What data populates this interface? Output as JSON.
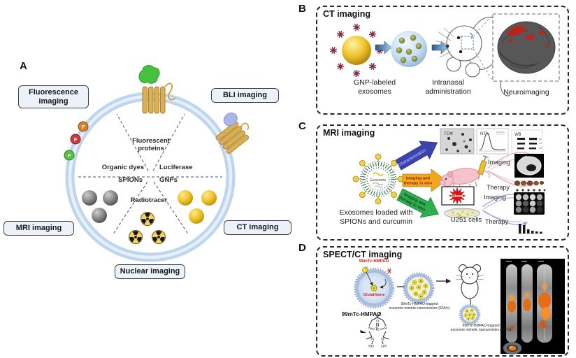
{
  "colors": {
    "membrane_blue": "#bdd6ee",
    "label_box_bg": "#edf2f9",
    "arrow_blue": "#3c43ae",
    "arrow_orange": "#f2a71f",
    "arrow_green": "#2fae4e",
    "gnp_gold": "#ecc22a",
    "spion_gray": "#8a8a8a",
    "radio_yellow": "#f2d35e",
    "tracer_red": "#d02020"
  },
  "panelA": {
    "letter": "A",
    "box_fluorescence": "Fluorescence imaging",
    "box_bli": "BLI imaging",
    "box_mri": "MRI imaging",
    "box_ct": "CT imaging",
    "box_nuclear": "Nuclear imaging",
    "lbl_fluorescent_proteins": "Fluorescent proteins",
    "lbl_organic_dyes": "Organic dyes",
    "lbl_luciferase": "Luciferase",
    "lbl_spions": "SPIONs",
    "lbl_gnps": "GNPs",
    "lbl_radiotracer": "Radiotracer",
    "dye_letter": "F"
  },
  "panelB": {
    "letter": "B",
    "title": "CT imaging",
    "caption_exosomes": "GNP-labeled exosomes",
    "caption_administration": "Intranasal administration",
    "caption_neuroimaging": "Neuroimaging"
  },
  "panelC": {
    "letter": "C",
    "title": "MRI imaging",
    "lbl_tem": "TEM",
    "lbl_nta": "NTA",
    "lbl_wb": "WB",
    "arrow_characterization": "Characterization",
    "arrow_invivo_1": "Imaging and",
    "arrow_invivo_2": "therapy in vivo",
    "arrow_invitro_1": "Imaging and",
    "arrow_invitro_2": "therapy in vitro",
    "lbl_exosome": "Exosome",
    "lbl_glioma": "Glioma",
    "lbl_u251": "U251 cells",
    "lbl_imaging_vivo": "Imaging",
    "lbl_therapy_vivo": "Therapy",
    "lbl_imaging_vitro": "Imaging",
    "lbl_therapy_vitro": "Therapy",
    "caption": "Exosomes loaded with SPIONs and curcumin"
  },
  "panelD": {
    "letter": "D",
    "title": "SPECT/CT imaging",
    "lbl_tracer": "99mTc-HMPAO",
    "lbl_glutathione": "Glutathione",
    "lbl_chem": "99mTc-HMPAO",
    "env1_line1": "99mTc-HMPAO-trapped",
    "env1_line2": "exosome mimetic nanovesicles (ENVs)",
    "env2_line1": "99mTc-HMPAO-trapped",
    "env2_line2": "exosome mimetic nanovesicles (ENVs)"
  }
}
